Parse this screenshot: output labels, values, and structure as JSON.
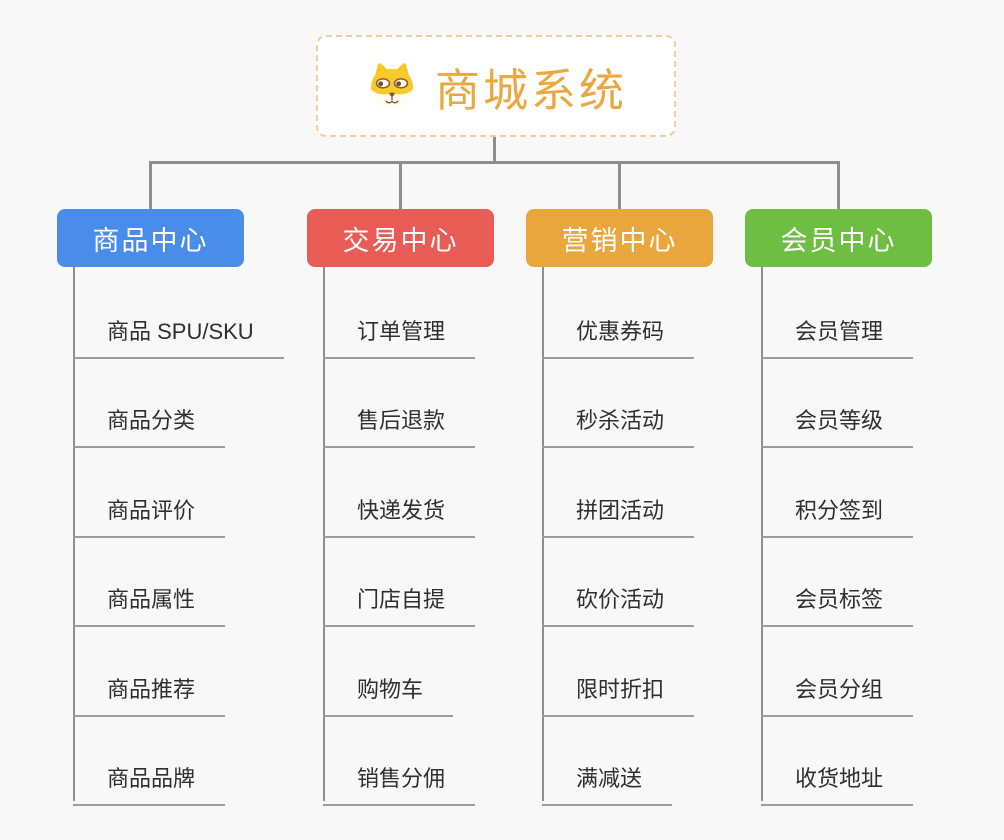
{
  "root": {
    "title": "商城系统",
    "icon": "dog-face-icon",
    "title_color": "#ECA83F",
    "border_color": "#F2CE9B"
  },
  "connector_color": "#8E8E8E",
  "underline_color": "#9C9C9C",
  "background_color": "#F8F8F8",
  "branches": [
    {
      "label": "商品中心",
      "color": "#4A8CE9",
      "items": [
        "商品 SPU/SKU",
        "商品分类",
        "商品评价",
        "商品属性",
        "商品推荐",
        "商品品牌"
      ]
    },
    {
      "label": "交易中心",
      "color": "#E95B55",
      "items": [
        "订单管理",
        "售后退款",
        "快递发货",
        "门店自提",
        "购物车",
        "销售分佣"
      ]
    },
    {
      "label": "营销中心",
      "color": "#E9A63C",
      "items": [
        "优惠券码",
        "秒杀活动",
        "拼团活动",
        "砍价活动",
        "限时折扣",
        "满减送"
      ]
    },
    {
      "label": "会员中心",
      "color": "#6FBE44",
      "items": [
        "会员管理",
        "会员等级",
        "积分签到",
        "会员标签",
        "会员分组",
        "收货地址"
      ]
    }
  ]
}
